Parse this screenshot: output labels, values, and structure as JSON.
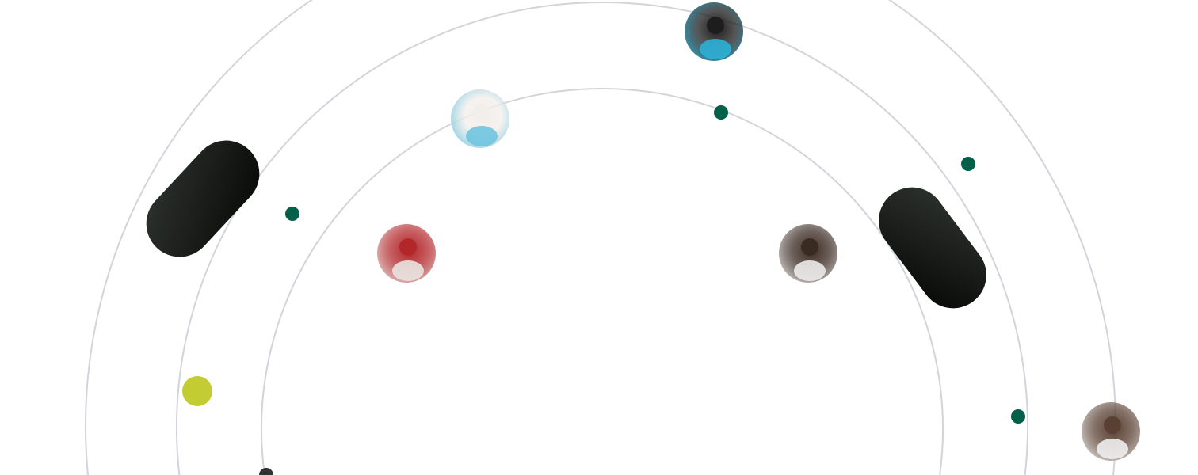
{
  "colors": {
    "background": "#ffffff",
    "orbit_line": "#d3d3dc",
    "green_dot": "#00604a",
    "yellow_dot": "#c4cc33",
    "pill_dark": "#1a1c1a"
  },
  "avatars": [
    {
      "name": "avatar-man-phone",
      "tone_a": "#2bb0d6",
      "tone_b": "#1d1d1d"
    },
    {
      "name": "avatar-woman-sky",
      "tone_a": "#6fc4e0",
      "tone_b": "#f2eeea"
    },
    {
      "name": "avatar-two-women",
      "tone_a": "#e9e4e0",
      "tone_b": "#b3262a"
    },
    {
      "name": "avatar-doctor",
      "tone_a": "#ecebea",
      "tone_b": "#3b2a22"
    },
    {
      "name": "avatar-doctor-stethoscope",
      "tone_a": "#eeeeee",
      "tone_b": "#5a4032"
    }
  ]
}
